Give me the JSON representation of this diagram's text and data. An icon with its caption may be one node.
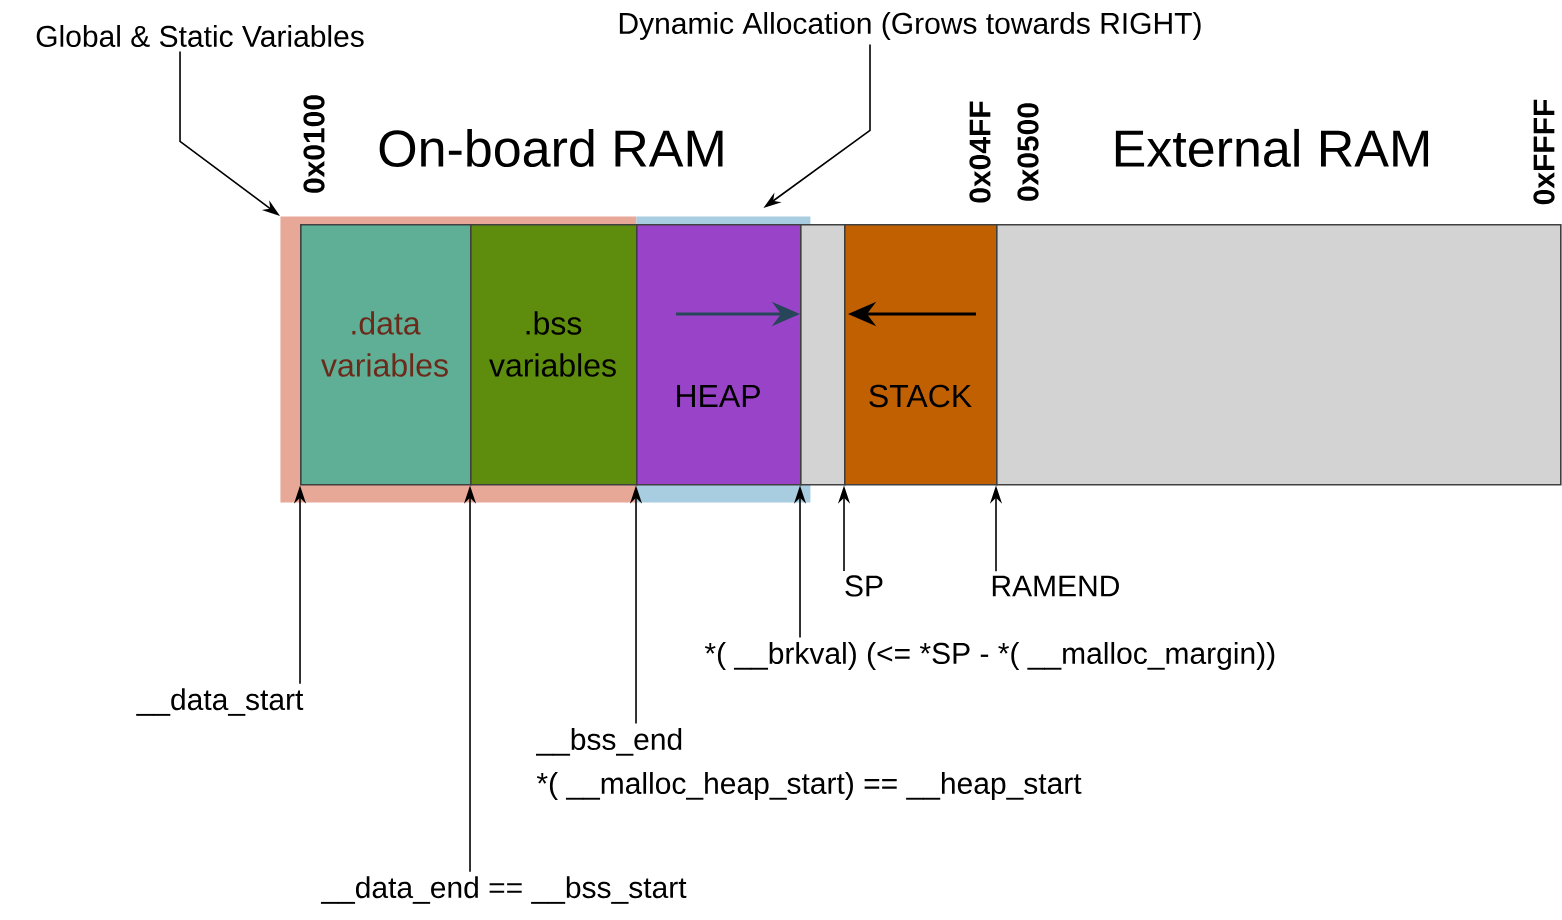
{
  "diagram": {
    "nodes": [
      {
        "text": [
          "Global & Static Variables"
        ]
      },
      {
        "text": [
          "Dynamic Allocation (Grows towards RIGHT)"
        ]
      },
      {
        "text": [],
        "shape": "band"
      },
      {
        "text": [],
        "shape": "band"
      },
      {
        "text": [
          ".data variables"
        ],
        "in": 2
      },
      {
        "text": [
          ".bss variables"
        ],
        "in": 2
      },
      {
        "text": [
          "HEAP"
        ],
        "in": 3
      },
      {
        "text": [],
        "shape": "box"
      },
      {
        "text": [
          "STACK"
        ]
      },
      {
        "text": [],
        "shape": "box"
      },
      {
        "text": [
          "__data_start"
        ]
      },
      {
        "text": [
          "__data_end == __bss_start"
        ]
      },
      {
        "text": [
          "__bss_end",
          "*( __malloc_heap_start) == __heap_start"
        ]
      },
      {
        "text": [
          "*( __brkval) (<= *SP - *( __malloc_margin))"
        ]
      },
      {
        "text": [
          "SP"
        ]
      },
      {
        "text": [
          "RAMEND"
        ]
      }
    ],
    "edges": [
      {
        "from": 0,
        "to": 2,
        "arrow": "to"
      },
      {
        "from": 1,
        "to": 3,
        "arrow": "to"
      },
      {
        "from": 10,
        "to": 4,
        "arrow": "to"
      },
      {
        "from": 11,
        "to": 5,
        "arrow": "to"
      },
      {
        "from": 12,
        "to": 6,
        "arrow": "to"
      },
      {
        "from": 13,
        "to": 7,
        "arrow": "to"
      },
      {
        "from": 14,
        "to": 8,
        "arrow": "to"
      },
      {
        "from": 15,
        "to": 9,
        "arrow": "to"
      }
    ],
    "labels": [
      "On-board RAM",
      "External RAM",
      "0x0100",
      "0x04FF",
      "0x0500",
      "0xFFFF"
    ]
  }
}
